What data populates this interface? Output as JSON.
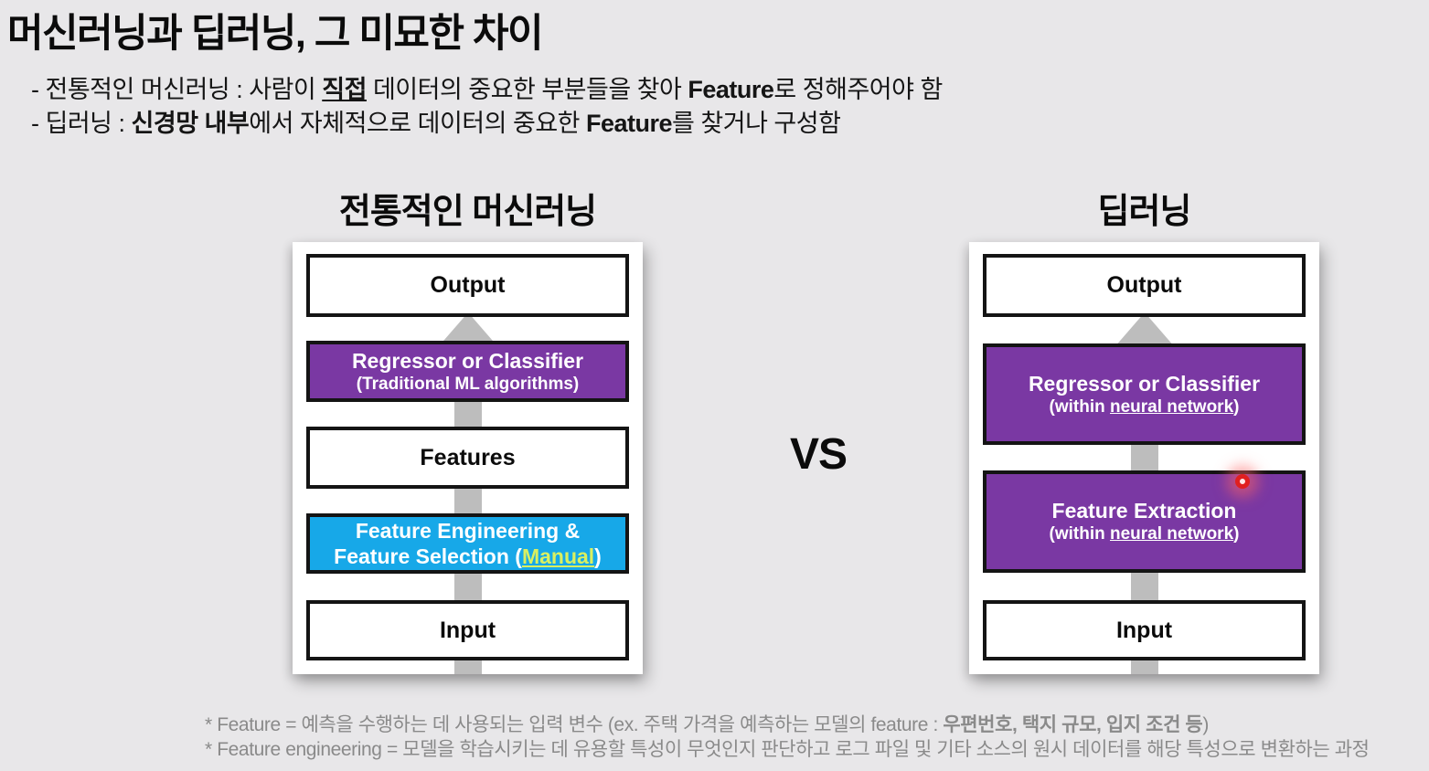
{
  "slide": {
    "title": "머신러닝과 딥러닝, 그 미묘한 차이",
    "bullets": [
      {
        "segments": [
          {
            "text": "- 전통적인 머신러닝 : 사람이 "
          },
          {
            "text": "직접",
            "bold": true,
            "underline": true
          },
          {
            "text": " 데이터의 중요한 부분들을 찾아 "
          },
          {
            "text": "Feature",
            "bold": true
          },
          {
            "text": "로 정해주어야 함"
          }
        ]
      },
      {
        "segments": [
          {
            "text": "- 딥러닝 : "
          },
          {
            "text": "신경망 내부",
            "bold": true
          },
          {
            "text": "에서 자체적으로 데이터의 중요한 "
          },
          {
            "text": "Feature",
            "bold": true
          },
          {
            "text": "를 찾거나 구성함"
          }
        ]
      }
    ],
    "vs_label": "VS",
    "footnotes": [
      {
        "segments": [
          {
            "text": "* Feature = 예측을 수행하는 데 사용되는 입력 변수 (ex. 주택 가격을 예측하는 모델의 feature : "
          },
          {
            "text": "우편번호, 택지 규모, 입지 조건 등",
            "bold": true
          },
          {
            "text": ")"
          }
        ]
      },
      {
        "segments": [
          {
            "text": "* Feature engineering = 모델을 학습시키는 데 유용할 특성이 무엇인지 판단하고 로그 파일 및 기타 소스의 원시 데이터를 해당 특성으로 변환하는 과정"
          }
        ]
      }
    ]
  },
  "left_diagram": {
    "heading": "전통적인 머신러닝",
    "boxes": {
      "output": {
        "label": "Output"
      },
      "regressor": {
        "line1": "Regressor or Classifier",
        "line2": "(Traditional ML algorithms)"
      },
      "features": {
        "label": "Features"
      },
      "feature_engineering": {
        "line1": "Feature Engineering &",
        "line2_segments": [
          {
            "text": "Feature Selection ("
          },
          {
            "text": "Manual",
            "underline": true,
            "color": "#D9F060"
          },
          {
            "text": ")"
          }
        ]
      },
      "input": {
        "label": "Input"
      }
    }
  },
  "right_diagram": {
    "heading": "딥러닝",
    "boxes": {
      "output": {
        "label": "Output"
      },
      "regressor": {
        "line1": "Regressor or Classifier",
        "line2_segments": [
          {
            "text": "(within "
          },
          {
            "text": "neural network",
            "underline": true
          },
          {
            "text": ")"
          }
        ]
      },
      "feature_extraction": {
        "line1": "Feature Extraction",
        "line2_segments": [
          {
            "text": "(within "
          },
          {
            "text": "neural network",
            "underline": true
          },
          {
            "text": ")"
          }
        ]
      },
      "input": {
        "label": "Input"
      }
    }
  },
  "colors": {
    "background": "#E8E7E9",
    "purple_box": "#7A38A3",
    "blue_box": "#17A8E8",
    "arrow_gray": "#BDBDBD",
    "manual_text": "#D9F060",
    "footnote_gray": "#8A8A8A",
    "cursor_red": "#E02020"
  }
}
